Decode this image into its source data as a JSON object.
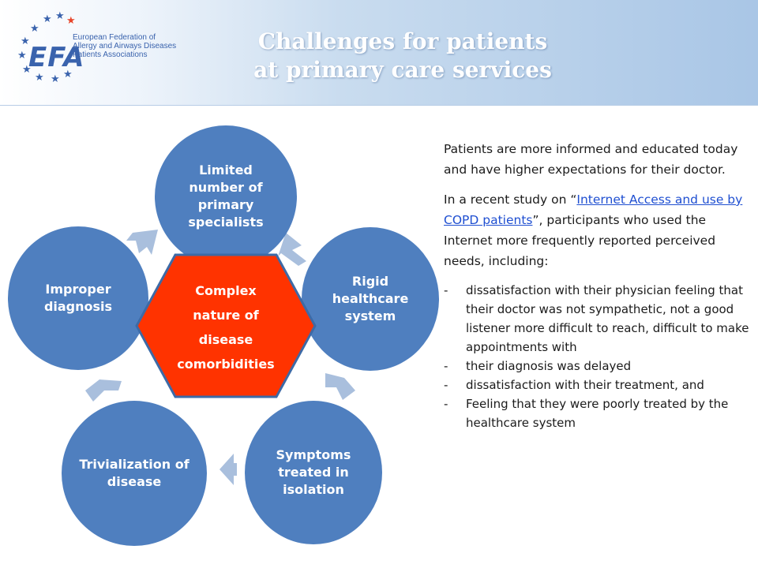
{
  "header": {
    "title_line1": "Challenges for patients",
    "title_line2": "at primary care services",
    "logo": {
      "abbr": "EFA",
      "org_line1": "European Federation of",
      "org_line2": "Allergy and Airways Diseases",
      "org_line3": "Patients Associations"
    }
  },
  "diagram": {
    "center": [
      "Complex",
      "nature of",
      "disease",
      "comorbidities"
    ],
    "nodes": {
      "top": "Limited number of primary specialists",
      "right": "Rigid healthcare system",
      "bottom_right": "Symptoms treated in isolation",
      "bottom_left": "Trivialization of disease",
      "left": "Improper diagnosis"
    }
  },
  "text": {
    "para1": "Patients are more informed and educated today and have higher expectations for their doctor.",
    "para2_before": "In a recent study on “",
    "para2_link": "Internet Access and use by COPD patients",
    "para2_after": "”, participants who used the Internet more frequently reported perceived needs, including:",
    "dash": "-",
    "bullets": [
      "dissatisfaction with their physician feeling that their doctor was not sympathetic, not a good listener more difficult to reach, difficult to make appointments with",
      "their diagnosis was delayed",
      "dissatisfaction with their treatment, and",
      "Feeling that they were poorly treated by the healthcare system"
    ]
  },
  "colors": {
    "circle_fill": "#4f7fbf",
    "hexagon_fill": "#ff3300",
    "hexagon_stroke": "#3d6aa6",
    "arrow_fill": "#a9bfdd",
    "link": "#1f4fd1",
    "logo_blue": "#3a63ad",
    "logo_red_star": "#e8452a"
  }
}
